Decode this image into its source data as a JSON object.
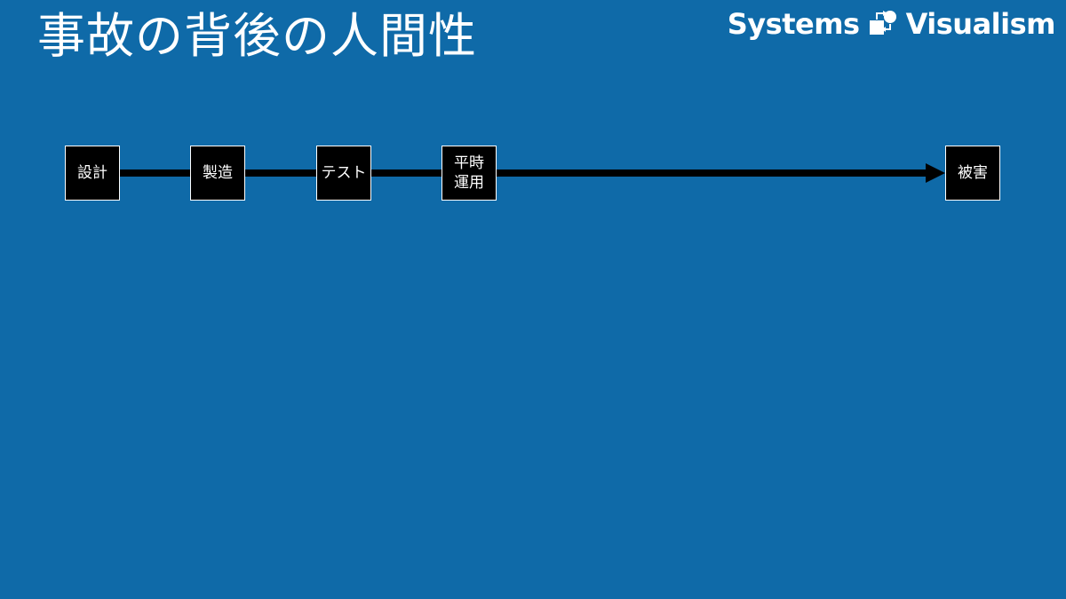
{
  "slide": {
    "title": "事故の背後の人間性",
    "brand": "Systems",
    "brand_suffix": "Visualism"
  },
  "timeline": {
    "stages": [
      {
        "label": "設計"
      },
      {
        "label": "製造"
      },
      {
        "label": "テスト"
      },
      {
        "label": "平時\n運用"
      },
      {
        "label": "被害"
      }
    ]
  }
}
